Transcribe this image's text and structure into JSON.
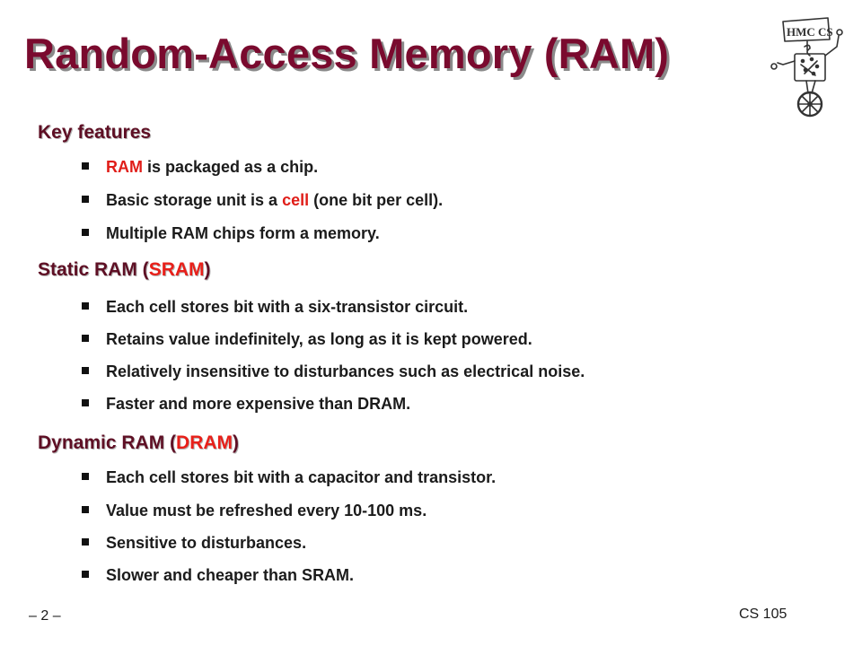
{
  "title": "Random-Access Memory (RAM)",
  "logo_text": "HMC CS",
  "sections": [
    {
      "heading": "Key features",
      "bullets": [
        {
          "parts": [
            {
              "text": "RAM",
              "color": "#e01d18"
            },
            {
              "text": " is packaged as a chip."
            }
          ]
        },
        {
          "parts": [
            {
              "text": "Basic storage unit is a "
            },
            {
              "text": "cell",
              "color": "#e01d18"
            },
            {
              "text": " (one bit per cell)."
            }
          ]
        },
        {
          "parts": [
            {
              "text": "Multiple RAM chips form a memory."
            }
          ]
        }
      ]
    },
    {
      "heading": {
        "before": "Static RAM (",
        "accent": "SRAM",
        "after": ")"
      },
      "bullets": [
        {
          "parts": [
            {
              "text": "Each cell stores bit with a six-transistor circuit."
            }
          ]
        },
        {
          "parts": [
            {
              "text": "Retains value indefinitely, as long as it is kept powered."
            }
          ]
        },
        {
          "parts": [
            {
              "text": "Relatively insensitive to disturbances such as electrical noise."
            }
          ]
        },
        {
          "parts": [
            {
              "text": "Faster and more expensive than DRAM."
            }
          ]
        }
      ]
    },
    {
      "heading": {
        "before": "Dynamic RAM (",
        "accent": "DRAM",
        "after": ")"
      },
      "bullets": [
        {
          "parts": [
            {
              "text": "Each cell stores bit with a capacitor and transistor."
            }
          ]
        },
        {
          "parts": [
            {
              "text": "Value must be refreshed every 10-100 ms."
            }
          ]
        },
        {
          "parts": [
            {
              "text": "Sensitive to disturbances."
            }
          ]
        },
        {
          "parts": [
            {
              "text": "Slower and cheaper than SRAM."
            }
          ]
        }
      ]
    }
  ],
  "footer": {
    "page": "– 2 –",
    "course": "CS 105"
  },
  "colors": {
    "title": "#7a0a2e",
    "heading": "#5e0f24",
    "accent_red": "#e01d18",
    "body": "#1b1b1b"
  }
}
